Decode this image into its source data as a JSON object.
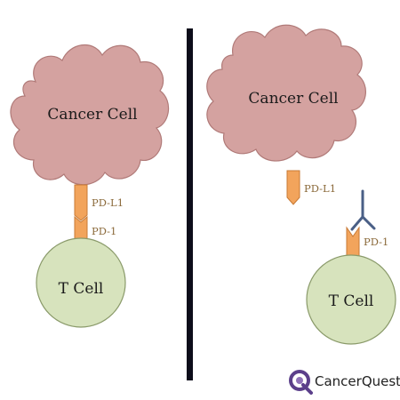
{
  "left_panel": {
    "cancer_cell_label": "Cancer Cell",
    "pdl1_label": "PD-L1",
    "pd1_label": "PD-1",
    "t_cell_label": "T Cell"
  },
  "right_panel": {
    "cancer_cell_label": "Cancer Cell",
    "pdl1_label": "PD-L1",
    "pd1_label": "PD-1",
    "t_cell_label": "T Cell"
  },
  "logo": {
    "brand_text": "CancerQuest"
  },
  "colors": {
    "cancer_cell_fill": "#d4a2a0",
    "cancer_cell_stroke": "#b07a78",
    "t_cell_fill": "#d7e3bd",
    "t_cell_stroke": "#8a9a6a",
    "protein_fill": "#f2a45c",
    "protein_stroke": "#c87a35",
    "label_color": "#8b6a3b",
    "divider": "#0d0d1a",
    "antibody": "#4a5f86",
    "logo_purple": "#5b3f8a"
  }
}
